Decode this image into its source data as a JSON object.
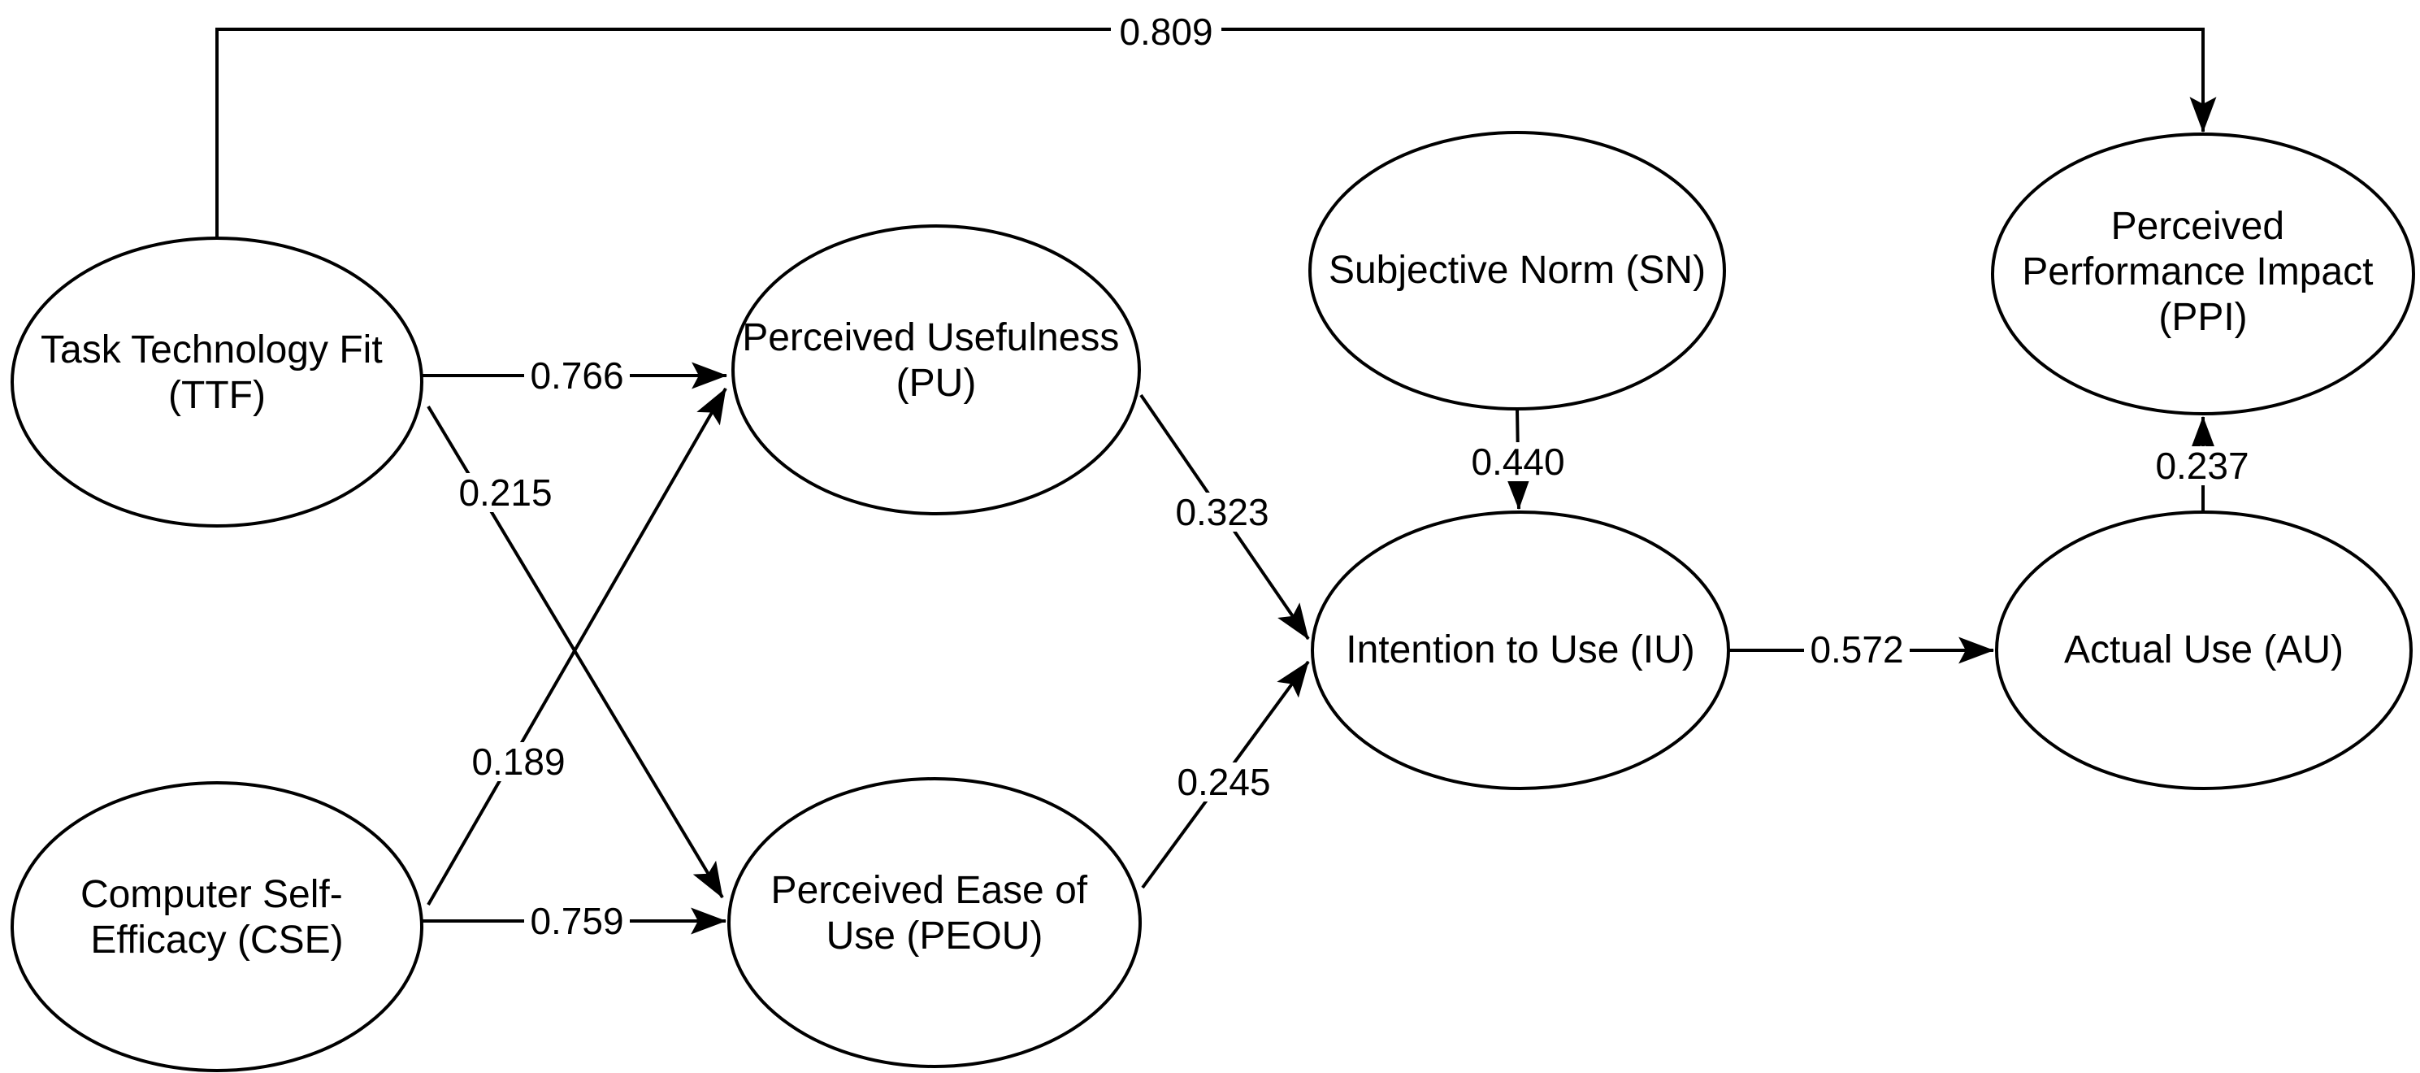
{
  "canvas": {
    "background_color": "#ffffff",
    "stroke_color": "#000000",
    "diagram_type": "structural path model"
  },
  "nodes": [
    {
      "id": "TTF",
      "name": "Task Technology Fit (TTF)",
      "lines": [
        "Task Technology Fit",
        "(TTF)"
      ]
    },
    {
      "id": "CSE",
      "name": "Computer Self-Efficacy (CSE)",
      "lines": [
        "Computer Self-",
        "Efficacy (CSE)"
      ]
    },
    {
      "id": "PU",
      "name": "Perceived Usefulness (PU)",
      "lines": [
        "Perceived Usefulness",
        "(PU)"
      ]
    },
    {
      "id": "PEOU",
      "name": "Perceived Ease of Use (PEOU)",
      "lines": [
        "Perceived Ease of",
        "Use (PEOU)"
      ]
    },
    {
      "id": "SN",
      "name": "Subjective Norm (SN)",
      "lines": [
        "Subjective Norm (SN)"
      ]
    },
    {
      "id": "IU",
      "name": "Intention to Use (IU)",
      "lines": [
        "Intention to Use (IU)"
      ]
    },
    {
      "id": "AU",
      "name": "Actual Use (AU)",
      "lines": [
        "Actual Use (AU)"
      ]
    },
    {
      "id": "PPI",
      "name": "Perceived Performance Impact (PPI)",
      "lines": [
        "Perceived",
        "Performance Impact",
        "(PPI)"
      ]
    }
  ],
  "edges": [
    {
      "from": "TTF",
      "to": "PPI",
      "label": "0.809"
    },
    {
      "from": "TTF",
      "to": "PU",
      "label": "0.766"
    },
    {
      "from": "TTF",
      "to": "PEOU",
      "label": "0.215"
    },
    {
      "from": "CSE",
      "to": "PU",
      "label": "0.189"
    },
    {
      "from": "CSE",
      "to": "PEOU",
      "label": "0.759"
    },
    {
      "from": "PU",
      "to": "IU",
      "label": "0.323"
    },
    {
      "from": "PEOU",
      "to": "IU",
      "label": "0.245"
    },
    {
      "from": "SN",
      "to": "IU",
      "label": "0.440"
    },
    {
      "from": "IU",
      "to": "AU",
      "label": "0.572"
    },
    {
      "from": "AU",
      "to": "PPI",
      "label": "0.237"
    }
  ]
}
